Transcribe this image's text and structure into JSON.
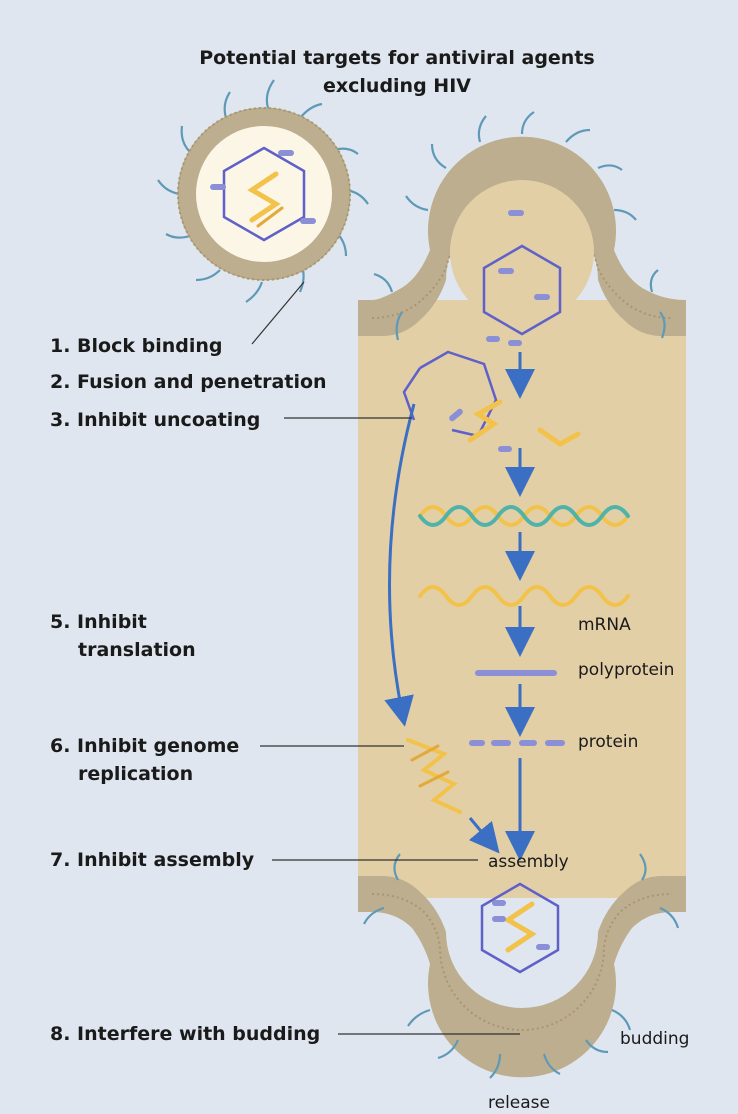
{
  "title": {
    "line1": "Potential targets for antiviral agents",
    "line2": "excluding HIV"
  },
  "targets": [
    {
      "line1": "1. Block binding",
      "line2": ""
    },
    {
      "line1": "2. Fusion and penetration",
      "line2": ""
    },
    {
      "line1": "3. Inhibit uncoating",
      "line2": ""
    },
    {
      "line1": "5. Inhibit",
      "line2": "translation"
    },
    {
      "line1": "6. Inhibit genome",
      "line2": "replication"
    },
    {
      "line1": "7. Inhibit assembly",
      "line2": ""
    },
    {
      "line1": "8. Interfere with budding",
      "line2": ""
    }
  ],
  "stages": {
    "mrna": "mRNA",
    "polyprotein": "polyprotein",
    "protein": "protein",
    "assembly": "assembly",
    "budding": "budding",
    "release": "release"
  },
  "colors": {
    "background": "#dfe6ef",
    "cytoplasm": "#e2cfa6",
    "membrane": "#bcae8e",
    "spike": "#5e9ab8",
    "capsid": "#5f61c9",
    "protein_bar": "#8a8fd6",
    "arrow": "#3a6fc4",
    "dna": "#f2c24a",
    "dna_alt": "#4fb3a9"
  }
}
